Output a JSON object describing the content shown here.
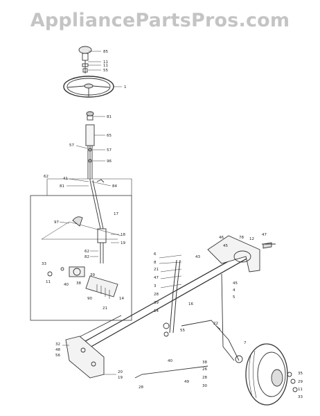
{
  "watermark": "AppliancePartsPros.com",
  "callouts": [
    {
      "id": "c-knob",
      "text": "85"
    },
    {
      "id": "c-bolt1",
      "text": "11"
    },
    {
      "id": "c-bolt2",
      "text": "11"
    },
    {
      "id": "c-washer",
      "text": "55"
    },
    {
      "id": "c-wheel",
      "text": "1"
    },
    {
      "id": "c-bush",
      "text": "81"
    },
    {
      "id": "c-ext",
      "text": "65"
    },
    {
      "id": "c-pin-l",
      "text": "57"
    },
    {
      "id": "c-pin-r",
      "text": "57"
    },
    {
      "id": "c-pin-r2",
      "text": "96"
    },
    {
      "id": "c-inset",
      "text": "62"
    },
    {
      "id": "c-shaft-l",
      "text": "41"
    },
    {
      "id": "c-shaft-l2",
      "text": "81"
    },
    {
      "id": "c-shaft-r",
      "text": "84"
    },
    {
      "id": "c-ins-17",
      "text": "17"
    },
    {
      "id": "c-ins-97",
      "text": "97"
    },
    {
      "id": "c-ins-18",
      "text": "18"
    },
    {
      "id": "c-ins-19",
      "text": "19"
    },
    {
      "id": "c-ins-62",
      "text": "62"
    },
    {
      "id": "c-ins-82",
      "text": "82"
    },
    {
      "id": "c-ins-11",
      "text": "11"
    },
    {
      "id": "c-ins-40",
      "text": "40"
    },
    {
      "id": "c-ins-38",
      "text": "38"
    },
    {
      "id": "c-ins-33",
      "text": "33"
    },
    {
      "id": "c-ins-39",
      "text": "39"
    },
    {
      "id": "c-ins-90",
      "text": "90"
    },
    {
      "id": "c-ins-21",
      "text": "21"
    },
    {
      "id": "c-ins-14",
      "text": "14"
    },
    {
      "id": "c-br-46",
      "text": "46"
    },
    {
      "id": "c-br-78",
      "text": "78"
    },
    {
      "id": "c-br-12",
      "text": "12"
    },
    {
      "id": "c-br-47",
      "text": "47"
    },
    {
      "id": "c-br-45",
      "text": "45"
    },
    {
      "id": "c-ax-6",
      "text": "6"
    },
    {
      "id": "c-ax-8",
      "text": "8"
    },
    {
      "id": "c-ax-21",
      "text": "21"
    },
    {
      "id": "c-ax-47",
      "text": "47"
    },
    {
      "id": "c-ax-3",
      "text": "3"
    },
    {
      "id": "c-ax-28",
      "text": "28"
    },
    {
      "id": "c-ax-39",
      "text": "39"
    },
    {
      "id": "c-ax-14",
      "text": "14"
    },
    {
      "id": "c-ax-16",
      "text": "16"
    },
    {
      "id": "c-ax-43",
      "text": "43"
    },
    {
      "id": "c-ax-45",
      "text": "45"
    },
    {
      "id": "c-ax-4",
      "text": "4"
    },
    {
      "id": "c-ax-5",
      "text": "5"
    },
    {
      "id": "c-rod-22",
      "text": "22"
    },
    {
      "id": "c-rod-7",
      "text": "7"
    },
    {
      "id": "c-rod-40",
      "text": "40"
    },
    {
      "id": "c-rod-55",
      "text": "55"
    },
    {
      "id": "c-rod-38",
      "text": "38"
    },
    {
      "id": "c-rod-26",
      "text": "26"
    },
    {
      "id": "c-rod-28",
      "text": "28"
    },
    {
      "id": "c-rod-30",
      "text": "30"
    },
    {
      "id": "c-rod-49",
      "text": "49"
    },
    {
      "id": "c-wh-35",
      "text": "35"
    },
    {
      "id": "c-wh-29",
      "text": "29"
    },
    {
      "id": "c-wh-11",
      "text": "11"
    },
    {
      "id": "c-wh-33",
      "text": "33"
    },
    {
      "id": "c-lf-32",
      "text": "32"
    },
    {
      "id": "c-lf-48",
      "text": "48"
    },
    {
      "id": "c-lf-56",
      "text": "56"
    },
    {
      "id": "c-lf-20",
      "text": "20"
    },
    {
      "id": "c-lf-19",
      "text": "19"
    },
    {
      "id": "c-lf-28",
      "text": "28"
    }
  ]
}
